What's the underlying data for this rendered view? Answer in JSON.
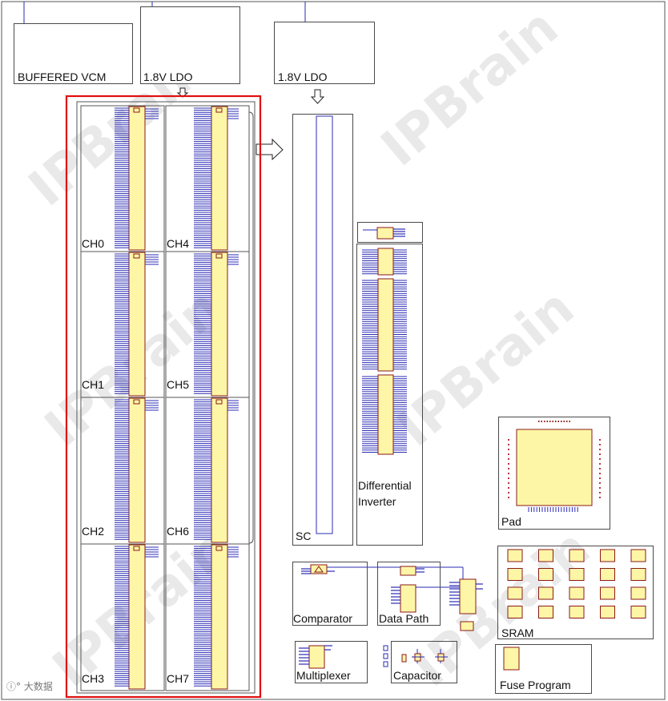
{
  "blocks": {
    "buffered_vcm": "BUFFERED VCM",
    "ldo_left": "1.8V LDO",
    "ldo_right": "1.8V LDO",
    "sc": "SC",
    "differential_inverter_line1": "Differential",
    "differential_inverter_line2": "Inverter",
    "pad": "Pad",
    "sram": "SRAM",
    "comparator": "Comparator",
    "data_path": "Data Path",
    "multiplexer": "Multiplexer",
    "capacitor": "Capacitor",
    "fuse_program": "Fuse Program"
  },
  "channels": {
    "left": [
      "CH0",
      "CH1",
      "CH2",
      "CH3"
    ],
    "right": [
      "CH4",
      "CH5",
      "CH6",
      "CH7"
    ]
  },
  "watermark": "IPBrain",
  "corner_logo": "大数据",
  "colors": {
    "block_fill": "#fdf6a6",
    "block_outline": "#8b1a1a",
    "pin": "#2b2bb5",
    "highlight": "#e01010",
    "frame": "#4a4a4a"
  }
}
